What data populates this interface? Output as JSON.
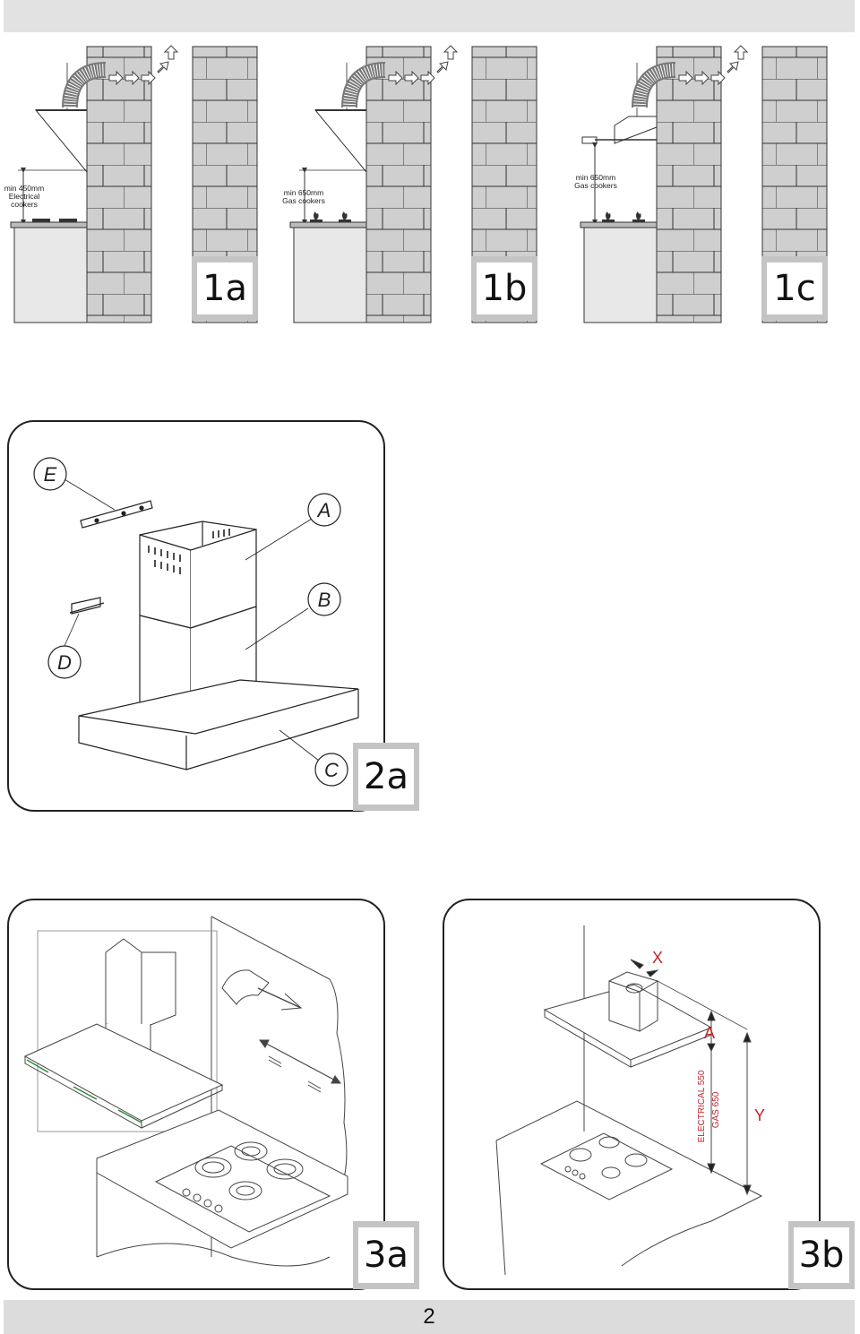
{
  "figures": {
    "fig1a": {
      "label": "1a",
      "note": [
        "min 450mm",
        "Electrical",
        "cookers"
      ]
    },
    "fig1b": {
      "label": "1b",
      "note": [
        "min 650mm",
        "Gas cookers"
      ]
    },
    "fig1c": {
      "label": "1c",
      "note": [
        "min 650mm",
        "Gas cookers"
      ]
    },
    "fig2a": {
      "label": "2a",
      "parts": [
        "E",
        "A",
        "B",
        "D",
        "C"
      ]
    },
    "fig3a": {
      "label": "3a"
    },
    "fig3b": {
      "label": "3b",
      "callouts": {
        "x": "X",
        "a": "A",
        "y": "Y",
        "electrical": "ELECTRICAL 550",
        "gas": "GAS 650"
      }
    }
  },
  "colors": {
    "callout": "#c0272d",
    "brick": "#cfcfcf",
    "mortar": "#333333"
  },
  "footer": {
    "page_number": "2"
  }
}
